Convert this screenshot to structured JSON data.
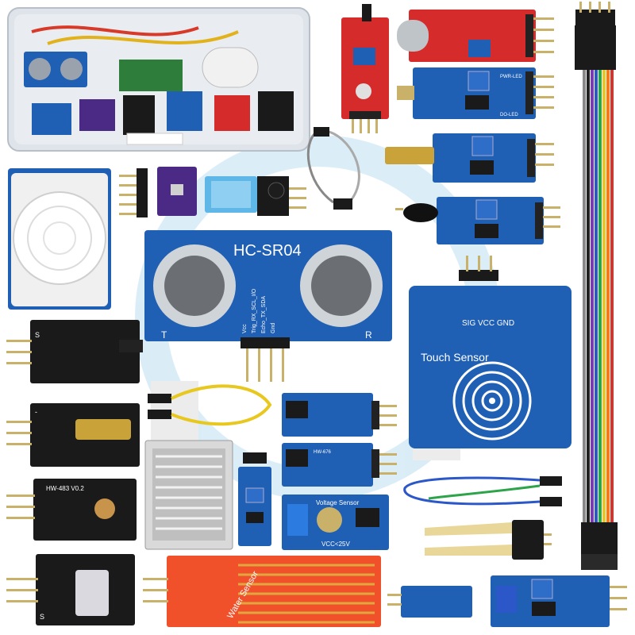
{
  "photo": {
    "subject": "sensor-kit-product-photo",
    "colors": {
      "background": "#ffffff",
      "pcb_blue": "#1f5fb4",
      "pcb_black": "#1a1a1a",
      "pcb_red": "#d62b2b",
      "pcb_orange": "#f0502a",
      "pcb_purple": "#4b2a86",
      "copper": "#c7893a",
      "header_black": "#222222",
      "gold_pin": "#c9b16a"
    }
  },
  "labels": {
    "hcsr04": "HC-SR04",
    "hcsr04_pins": [
      "Vcc",
      "Trig_RX_SCL_I/O",
      "Echo_TX_SDA",
      "Gnd"
    ],
    "hcsr04_t": "T",
    "hcsr04_r": "R",
    "touch_sensor": "Touch Sensor",
    "touch_pins": "SIG VCC GND",
    "water_sensor": "Water Sensor",
    "voltage_sensor": "Voltage Sensor",
    "vcc_limit": "VCC<25V",
    "hw483": "HW-483 V0.2",
    "hw676": "HW-676",
    "pwr_led": "PWR-LED",
    "do_led": "DO-LED",
    "s_mark": "S",
    "minus_mark": "-",
    "plus_mark": "+"
  }
}
